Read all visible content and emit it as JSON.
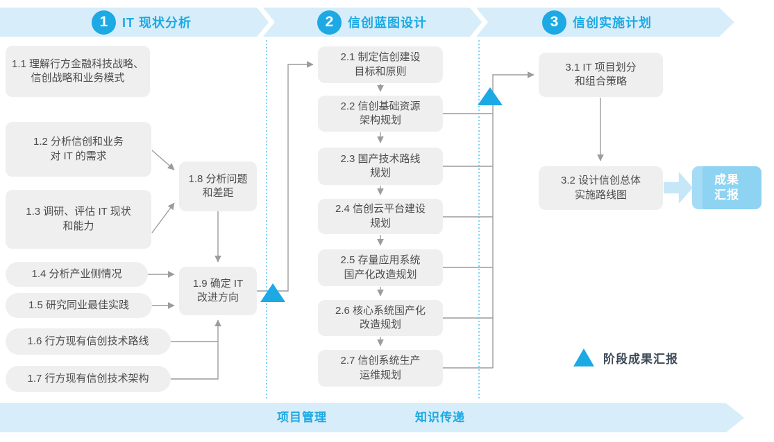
{
  "colors": {
    "accent_blue": "#1CA9E4",
    "banner_bg": "#D7EDF9",
    "node_bg": "#EFEFEF",
    "node_text": "#4D4D4D",
    "connector_gray": "#9C9C9C",
    "dotted_line_blue": "#55C3F1",
    "result_box_bg": "#8ED3F2",
    "result_arrow_bg": "#C5E7F8"
  },
  "phases": [
    {
      "number": "1",
      "title": "IT 现状分析"
    },
    {
      "number": "2",
      "title": "信创蓝图设计"
    },
    {
      "number": "3",
      "title": "信创实施计划"
    }
  ],
  "nodes": {
    "n1_1": "1.1 理解行方金融科技战略、\n信创战略和业务模式",
    "n1_2": "1.2 分析信创和业务\n对 IT 的需求",
    "n1_3": "1.3 调研、评估 IT 现状\n和能力",
    "n1_4": "1.4 分析产业侧情况",
    "n1_5": "1.5 研究同业最佳实践",
    "n1_6": "1.6 行方现有信创技术路线",
    "n1_7": "1.7 行方现有信创技术架构",
    "n1_8": "1.8 分析问题\n和差距",
    "n1_9": "1.9 确定 IT\n改进方向",
    "n2_1": "2.1 制定信创建设\n目标和原则",
    "n2_2": "2.2 信创基础资源\n架构规划",
    "n2_3": "2.3 国产技术路线\n规划",
    "n2_4": "2.4 信创云平台建设\n规划",
    "n2_5": "2.5 存量应用系统\n国产化改造规划",
    "n2_6": "2.6 核心系统国产化\n改造规划",
    "n2_7": "2.7 信创系统生产\n运维规划",
    "n3_1": "3.1 IT 项目划分\n和组合策略",
    "n3_2": "3.2 设计信创总体\n实施路线图"
  },
  "result_box": {
    "label": "成果\n汇报"
  },
  "legend": {
    "label": "阶段成果汇报"
  },
  "footer": {
    "labels": [
      "项目管理",
      "知识传递"
    ]
  }
}
